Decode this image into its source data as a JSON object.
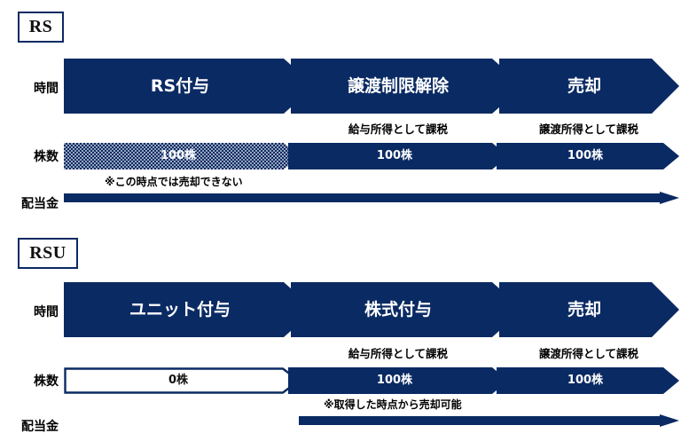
{
  "colors": {
    "navy": "#0a2a63",
    "navy_dark": "#05245c",
    "white": "#ffffff",
    "text": "#000000"
  },
  "diagrams": [
    {
      "id": "rs",
      "badge": "RS",
      "rows": {
        "time_label": "時間",
        "shares_label": "株数",
        "dividend_label": "配当金"
      },
      "time_segments": [
        {
          "label": "RS付与"
        },
        {
          "label": "譲渡制限解除"
        },
        {
          "label": "売却"
        }
      ],
      "tax_notes": [
        {
          "label": "給与所得として課税"
        },
        {
          "label": "譲渡所得として課税"
        }
      ],
      "share_segments": [
        {
          "label": "100株",
          "style": "dotted"
        },
        {
          "label": "100株",
          "style": "solid"
        },
        {
          "label": "100株",
          "style": "solid"
        }
      ],
      "footnote": "※この時点では売却できない",
      "dividend_start": "full"
    },
    {
      "id": "rsu",
      "badge": "RSU",
      "rows": {
        "time_label": "時間",
        "shares_label": "株数",
        "dividend_label": "配当金"
      },
      "time_segments": [
        {
          "label": "ユニット付与"
        },
        {
          "label": "株式付与"
        },
        {
          "label": "売却"
        }
      ],
      "tax_notes": [
        {
          "label": "給与所得として課税"
        },
        {
          "label": "譲渡所得として課税"
        }
      ],
      "share_segments": [
        {
          "label": "0株",
          "style": "outline"
        },
        {
          "label": "100株",
          "style": "solid"
        },
        {
          "label": "100株",
          "style": "solid"
        }
      ],
      "footnote": "※取得した時点から売却可能",
      "dividend_start": "partial"
    }
  ]
}
